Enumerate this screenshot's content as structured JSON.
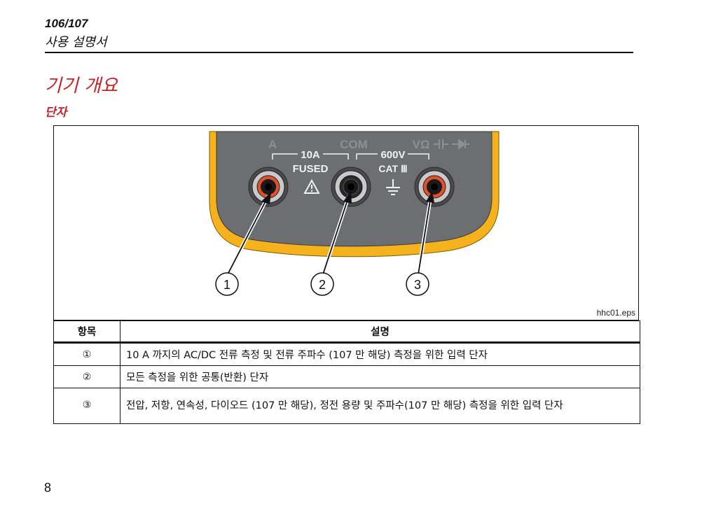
{
  "header": {
    "model": "106/107",
    "subtitle": "사용 설명서"
  },
  "section": {
    "title": "기기 개요",
    "subtitle": "단자"
  },
  "figure": {
    "panel_labels": {
      "a": "A",
      "com": "COM",
      "v_symbols": "VΩ",
      "fuse_rating": "10A",
      "fused": "FUSED",
      "voltage_rating": "600V",
      "category": "CAT Ⅲ"
    },
    "callouts": [
      "1",
      "2",
      "3"
    ],
    "caption": "hhc01.eps",
    "colors": {
      "body_gray": "#6d6e71",
      "holster_yellow": "#f5b21c",
      "red_ring": "#e0502a",
      "label_white": "#f2f2f2"
    }
  },
  "table": {
    "headers": [
      "항목",
      "설명"
    ],
    "rows": [
      {
        "num": "①",
        "desc": "10 A 까지의 AC/DC 전류 측정 및 전류 주파수 (107 만 해당) 측정을 위한 입력 단자"
      },
      {
        "num": "②",
        "desc": "모든 측정을 위한 공통(반환) 단자"
      },
      {
        "num": "③",
        "desc": "전압, 저항, 연속성, 다이오드 (107 만 해당), 정전 용량 및 주파수(107 만 해당) 측정을 위한 입력 단자"
      }
    ]
  },
  "page_number": "8"
}
